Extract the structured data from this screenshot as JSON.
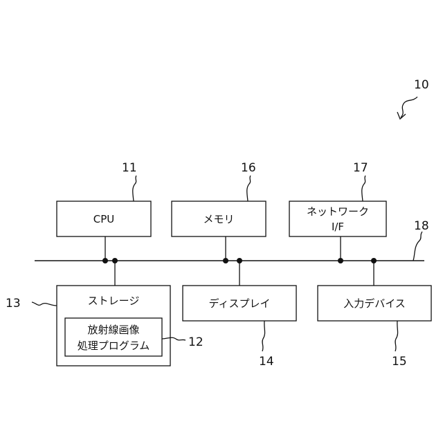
{
  "diagram": {
    "system_ref": "10",
    "bus_ref": "18",
    "blocks": {
      "cpu": {
        "ref": "11",
        "label": "CPU"
      },
      "memory": {
        "ref": "16",
        "label": "メモリ"
      },
      "network": {
        "ref": "17",
        "label_line1": "ネットワーク",
        "label_line2": "I/F"
      },
      "storage": {
        "ref": "13",
        "label": "ストレージ"
      },
      "program": {
        "ref": "12",
        "label_line1": "放射線画像",
        "label_line2": "処理プログラム"
      },
      "display": {
        "ref": "14",
        "label": "ディスプレイ"
      },
      "input": {
        "ref": "15",
        "label": "入力デバイス"
      }
    }
  }
}
